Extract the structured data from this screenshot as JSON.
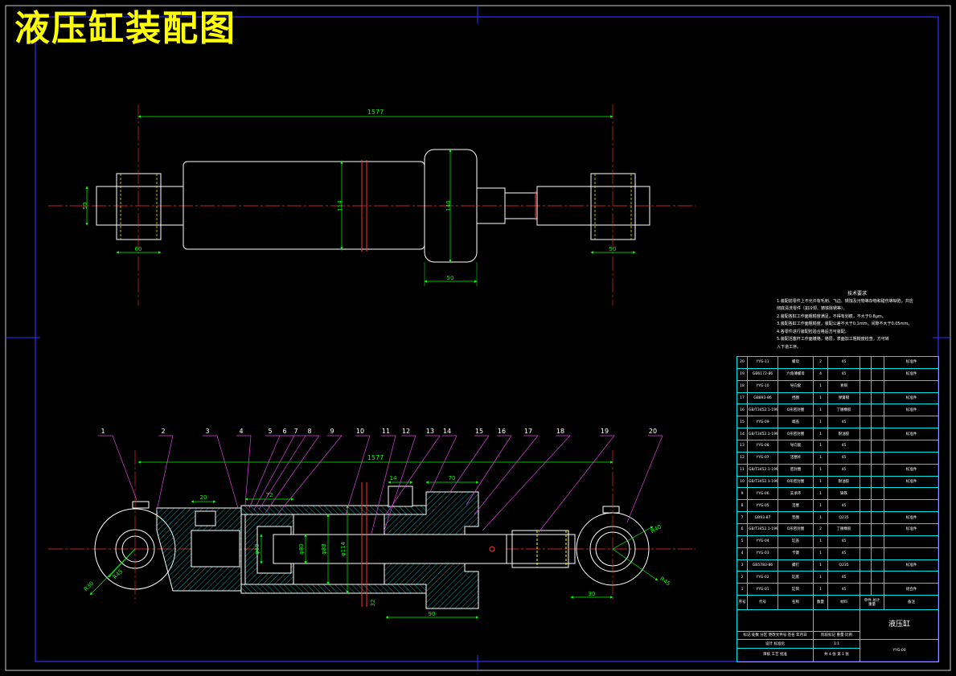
{
  "drawing_title": "液压缸装配图",
  "top_view": {
    "overall_length": "1577",
    "rod_end_width_left": "50",
    "head_end_thickness": "60",
    "barrel_diameter": "114",
    "flange_diameter": "140",
    "flange_width": "50",
    "rod_eye_width_right": "50"
  },
  "section_view": {
    "overall_length": "1577",
    "dim_20": "20",
    "dim_72": "72",
    "dim_14": "14",
    "dim_70": "70",
    "dim_30": "30",
    "dim_32": "32",
    "dim_90": "90",
    "dim_r30_left": "R30",
    "dim_r45_left": "R45",
    "dim_r40_right": "R40",
    "dim_r45_right": "R45",
    "bore_dims": [
      "φ60",
      "φ80",
      "φ88",
      "φ114"
    ],
    "balloons": [
      "1",
      "2",
      "3",
      "4",
      "5",
      "6",
      "7",
      "8",
      "9",
      "10",
      "11",
      "12",
      "13",
      "14",
      "15",
      "16",
      "17",
      "18",
      "19",
      "20"
    ]
  },
  "technical_requirements": {
    "title": "技术要求",
    "lines": [
      "1.装配前零件上不允许有毛刺、飞边、锈蚀及污物等杂物和碰伤等缺陷，并应",
      "彻底清洗零件（如冷却、铸铁除锈等）。",
      "2.装配各缸工作面粗糙度满足，不得有划痕，不大于0.8μm。",
      "3.装配各缸工作面粗糙度，装配公差不大于0.1mm，间隙不大于0.05mm。",
      "4.各零件进行装配检验合格后方可装配。",
      "5.装配活塞杆工作面镀铬，铬层，表面加工粗糙度检查，方可转",
      "入下道工序。"
    ]
  },
  "bom": {
    "rows": [
      {
        "no": "20",
        "code": "YYG-11",
        "name": "螺母",
        "qty": "2",
        "material": "45",
        "note": "标准件"
      },
      {
        "no": "19",
        "code": "GB6172-86",
        "name": "六角薄螺母",
        "qty": "4",
        "material": "45",
        "note": "标准件"
      },
      {
        "no": "18",
        "code": "YYG-10",
        "name": "导向套",
        "qty": "1",
        "material": "青铜",
        "note": ""
      },
      {
        "no": "17",
        "code": "GB893-86",
        "name": "挡圈",
        "qty": "1",
        "material": "弹簧钢",
        "note": "标准件"
      },
      {
        "no": "16",
        "code": "GB/T3452.1-1992",
        "name": "O形密封圈",
        "qty": "1",
        "material": "丁腈橡胶",
        "note": "标准件"
      },
      {
        "no": "15",
        "code": "YYG-09",
        "name": "端盖",
        "qty": "1",
        "material": "45",
        "note": ""
      },
      {
        "no": "14",
        "code": "GB/T3452.1-1992",
        "name": "O形密封圈",
        "qty": "1",
        "material": "耐油胶",
        "note": "标准件"
      },
      {
        "no": "13",
        "code": "YYG-08",
        "name": "导向套",
        "qty": "1",
        "material": "45",
        "note": ""
      },
      {
        "no": "12",
        "code": "YYG-07",
        "name": "活塞杆",
        "qty": "1",
        "material": "45",
        "note": ""
      },
      {
        "no": "11",
        "code": "GB/T3452.1-1992",
        "name": "密封圈",
        "qty": "1",
        "material": "45",
        "note": "标准件"
      },
      {
        "no": "10",
        "code": "GB/T3452.1-1992",
        "name": "O形密封圈",
        "qty": "1",
        "material": "耐油胶",
        "note": "标准件"
      },
      {
        "no": "9",
        "code": "YYG-06",
        "name": "支承环",
        "qty": "1",
        "material": "铸铁",
        "note": ""
      },
      {
        "no": "8",
        "code": "YYG-05",
        "name": "活塞",
        "qty": "1",
        "material": "45",
        "note": ""
      },
      {
        "no": "7",
        "code": "GB93-87",
        "name": "垫圈",
        "qty": "1",
        "material": "Q235",
        "note": "标准件"
      },
      {
        "no": "6",
        "code": "GB/T3452.1-1992",
        "name": "O形密封圈",
        "qty": "2",
        "material": "丁腈橡胶",
        "note": "标准件"
      },
      {
        "no": "5",
        "code": "YYG-04",
        "name": "缸盖",
        "qty": "1",
        "material": "45",
        "note": ""
      },
      {
        "no": "4",
        "code": "YYG-03",
        "name": "卡键",
        "qty": "1",
        "material": "45",
        "note": ""
      },
      {
        "no": "3",
        "code": "GB5783-86",
        "name": "螺钉",
        "qty": "1",
        "material": "Q235",
        "note": "标准件"
      },
      {
        "no": "2",
        "code": "YYG-02",
        "name": "缸底",
        "qty": "1",
        "material": "45",
        "note": ""
      },
      {
        "no": "1",
        "code": "YYG-01",
        "name": "缸筒",
        "qty": "1",
        "material": "45",
        "note": "组合件"
      }
    ],
    "header": {
      "no": "序号",
      "code": "代号",
      "name": "名称",
      "qty": "数量",
      "material": "材料",
      "unit_weight": "单件 总计",
      "weight": "重量",
      "note": "备注"
    }
  },
  "title_block": {
    "part_name": "液压缸",
    "drawing_no": "YYG-00",
    "scale": "1:1",
    "sheet_info": "共 4 张 第 1 张",
    "labels": {
      "mark": "标记",
      "count": "处数",
      "zone": "分区",
      "change_doc": "更改文件号",
      "sign": "签名",
      "date": "年月日",
      "design": "设计",
      "standard": "标准化",
      "stage_mark": "阶段标记",
      "weight": "重量",
      "scale_label": "比例",
      "review": "审核",
      "process": "工艺",
      "approve": "批准"
    }
  },
  "colors": {
    "background": "#000000",
    "outline": "#ffffff",
    "centerline": "#ff3030",
    "dimension": "#00ff00",
    "leader": "#e040e0",
    "hatch": "#00c8c8",
    "hidden": "#ffff00",
    "frame": "#0000ff",
    "table": "#00e5e5",
    "title": "#ffff00"
  }
}
